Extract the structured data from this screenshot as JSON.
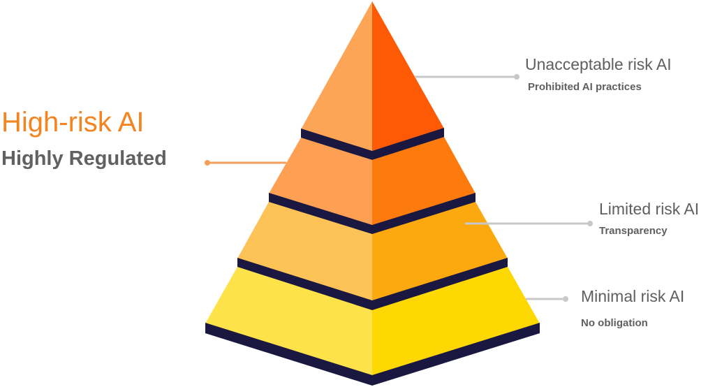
{
  "featured": {
    "title": "High-risk AI",
    "subtitle": "Highly Regulated",
    "title_color": "#f5841f",
    "subtitle_color": "#616161",
    "connector_color": "#f4a05a"
  },
  "tiers": [
    {
      "id": "unacceptable",
      "title": "Unacceptable risk AI",
      "subtitle": "Prohibited AI practices",
      "left_color": "#fda556",
      "right_color": "#fe5a05"
    },
    {
      "id": "high",
      "left_color": "#fda054",
      "right_color": "#fd7a0c"
    },
    {
      "id": "limited",
      "title": "Limited risk AI",
      "subtitle": "Transparency",
      "left_color": "#fdc356",
      "right_color": "#fca80f"
    },
    {
      "id": "minimal",
      "title": "Minimal risk AI",
      "subtitle": "No obligation",
      "left_color": "#fde24a",
      "right_color": "#fdd803"
    }
  ],
  "colors": {
    "band": "#1a1840",
    "callout_line": "#c8c8c8",
    "callout_text": "#5f5f5f"
  }
}
